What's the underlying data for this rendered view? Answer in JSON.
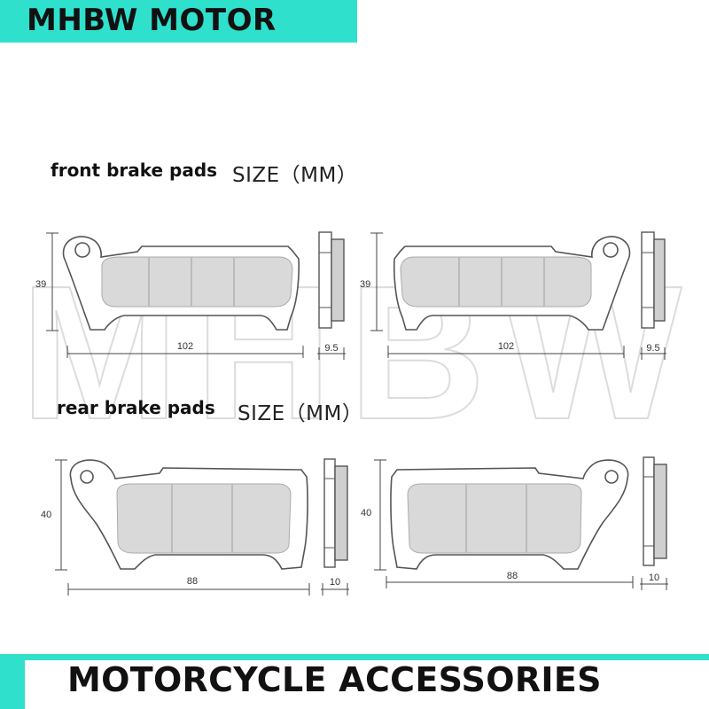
{
  "brand": {
    "top_title": "MHBW MOTOR",
    "watermark": "MHBW",
    "bottom_title": "MOTORCYCLE ACCESSORIES",
    "accent_color": "#2fe0cc"
  },
  "front": {
    "heading": "front brake pads",
    "size_label": "SIZE（MM）",
    "height_left": "39",
    "width_left": "102",
    "thickness_left": "9.5",
    "height_right": "39",
    "width_right": "102",
    "thickness_right": "9.5"
  },
  "rear": {
    "heading": "rear brake pads",
    "size_label": "SIZE（MM）",
    "height_left": "40",
    "width_left": "88",
    "thickness_left": "10",
    "height_right": "40",
    "width_right": "88",
    "thickness_right": "10"
  }
}
